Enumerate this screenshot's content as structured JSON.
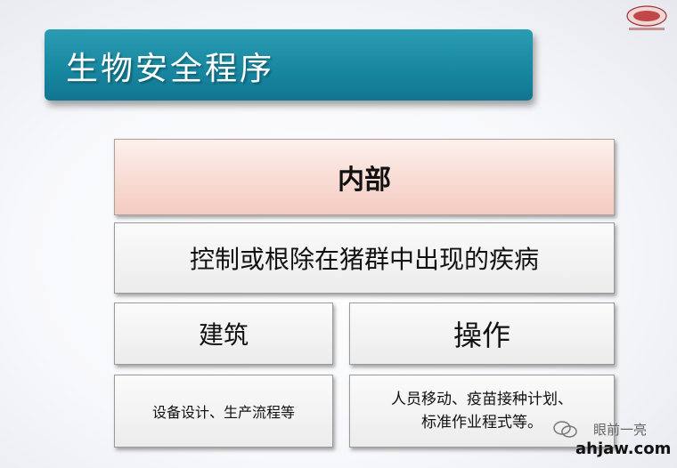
{
  "banner": {
    "title": "生物安全程序"
  },
  "boxes": {
    "internal": "内部",
    "control": "控制或根除在猪群中出现的疾病",
    "building": "建筑",
    "operation": "操作",
    "design": "设备设计、生产流程等",
    "people_line1": "人员移动、疫苗接种计划、",
    "people_line2": "标准作业程式等。"
  },
  "watermark": {
    "name": "眼前一亮",
    "site": "ahjaw.com"
  },
  "colors": {
    "banner": "#1786a0",
    "pink_box": "#f3cbc0",
    "gray_box": "#ececec"
  }
}
